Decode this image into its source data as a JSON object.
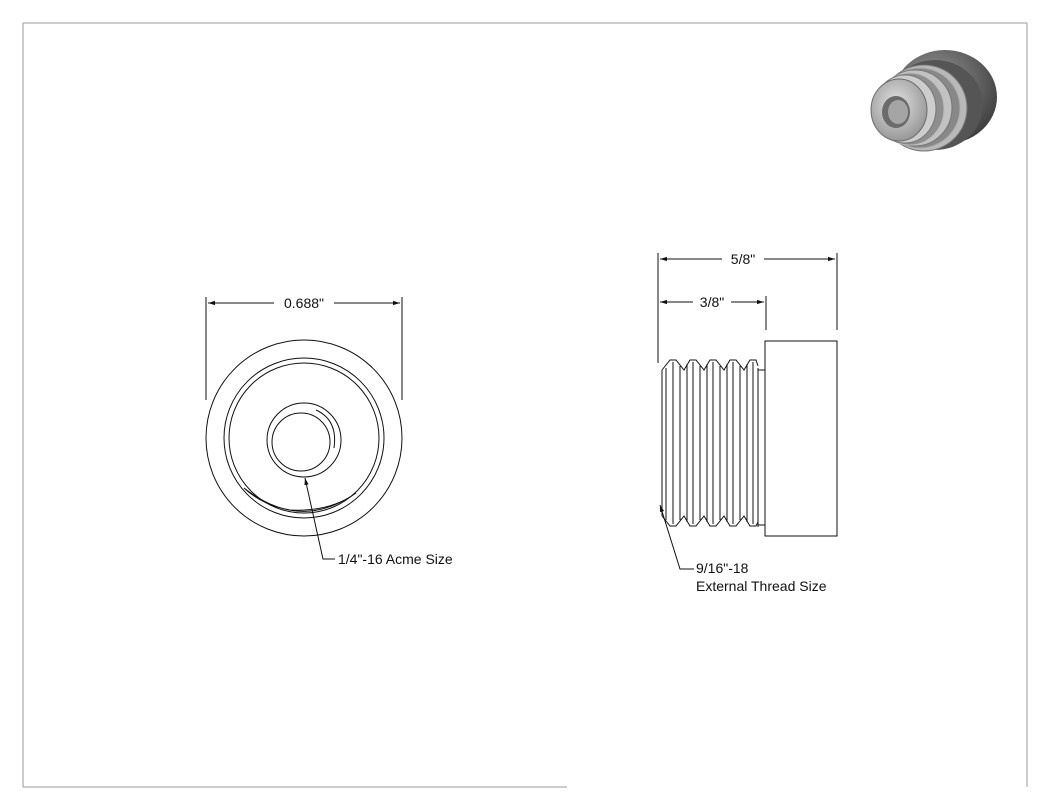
{
  "front_view": {
    "width_dimension": "0.688\"",
    "inner_thread_note": "1/4\"-16 Acme Size"
  },
  "side_view": {
    "overall_length_dimension": "5/8\"",
    "thread_length_dimension": "3/8\"",
    "external_thread_note_line1": "9/16\"-18",
    "external_thread_note_line2": "External Thread Size"
  },
  "iso_view": {
    "icon": "threaded-insert-isometric-render"
  },
  "colors": {
    "line": "#111111",
    "border": "#9a9a9a",
    "render_dark": "#4a4a4a",
    "render_light": "#c8c8c8"
  }
}
